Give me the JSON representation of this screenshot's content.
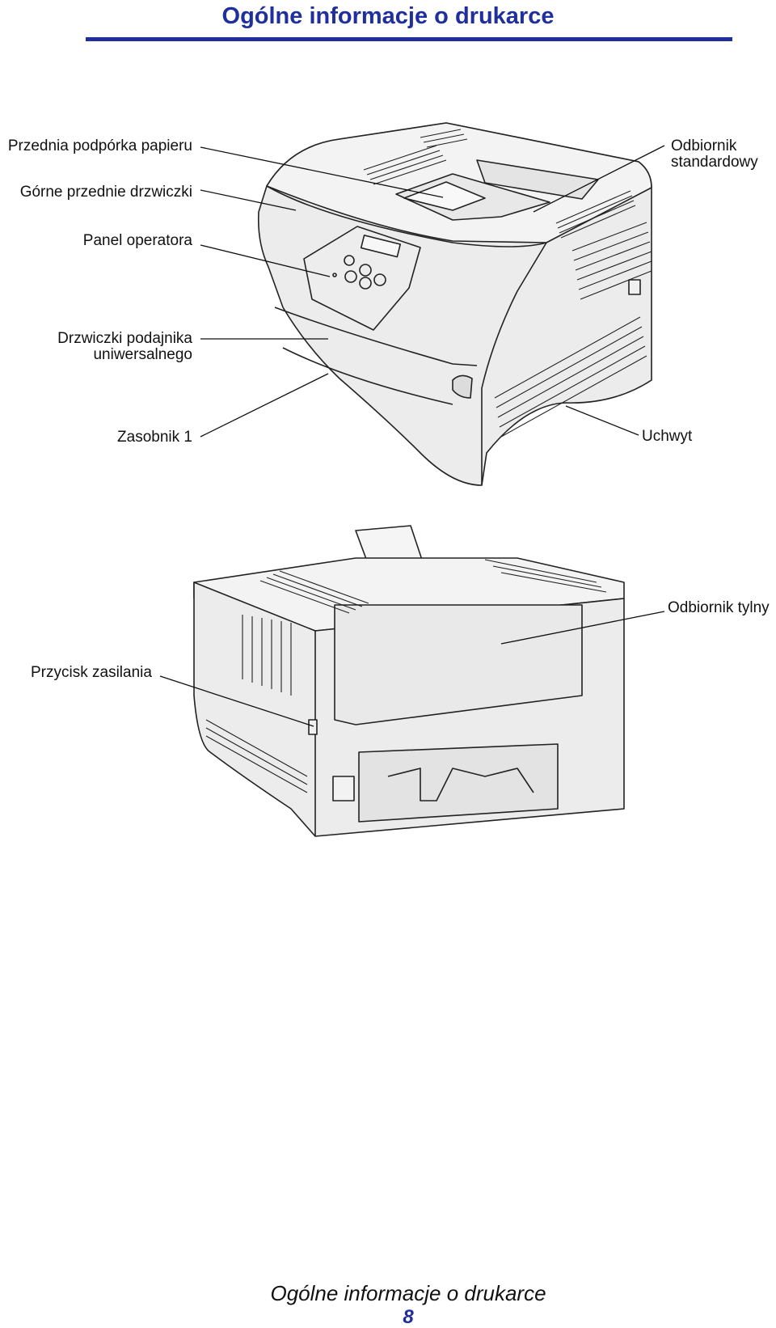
{
  "header": {
    "title": "Ogólne informacje o drukarce"
  },
  "front_view": {
    "labels": {
      "paper_support": "Przednia podpórka papieru",
      "upper_front_door": "Górne przednie drzwiczki",
      "operator_panel": "Panel operatora",
      "mp_feeder_door_line1": "Drzwiczki podajnika",
      "mp_feeder_door_line2": "uniwersalnego",
      "tray1": "Zasobnik 1",
      "standard_bin_line1": "Odbiornik",
      "standard_bin_line2": "standardowy",
      "handle": "Uchwyt"
    }
  },
  "rear_view": {
    "labels": {
      "rear_bin": "Odbiornik tylny",
      "power_switch": "Przycisk zasilania"
    }
  },
  "footer": {
    "title": "Ogólne informacje o drukarce",
    "page_number": "8"
  }
}
